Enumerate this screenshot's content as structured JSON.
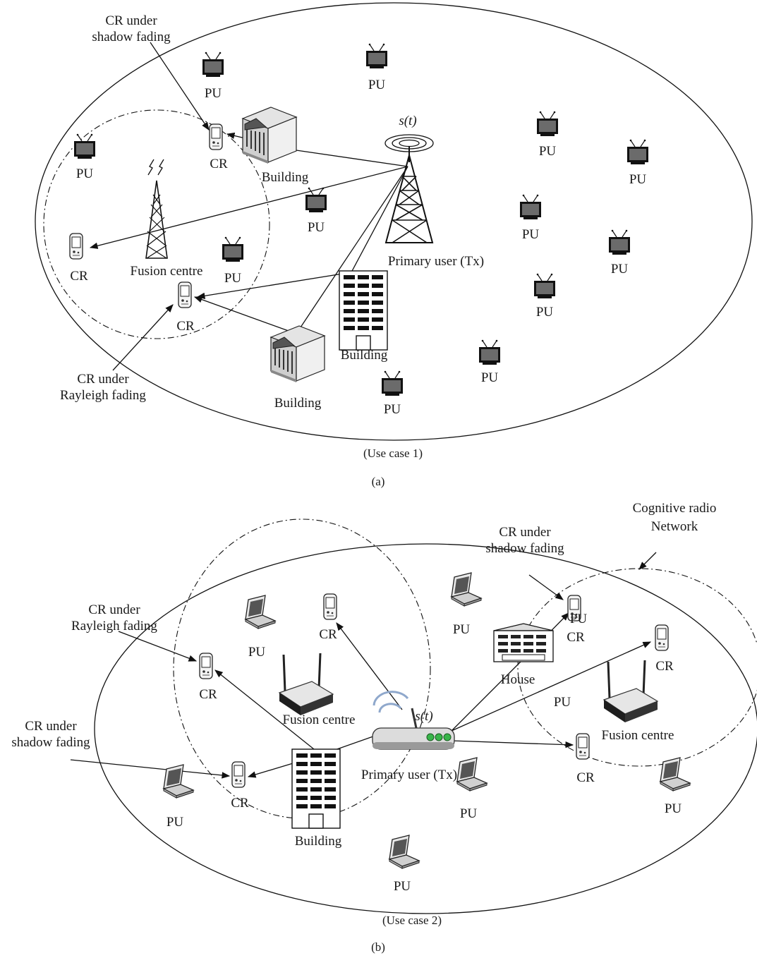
{
  "figure": {
    "panel_a": {
      "caption": "(Use case 1)",
      "sublabel": "(a)",
      "signal_label": "s(t)",
      "tx_label": "Primary user (Tx)",
      "fusion_label": "Fusion centre",
      "building_labels": [
        "Building",
        "Building",
        "Building"
      ],
      "cr_labels": [
        "CR",
        "CR",
        "CR"
      ],
      "pu_label": "PU",
      "annotations": {
        "shadow_line1": "CR under",
        "shadow_line2": "shadow fading",
        "rayleigh_line1": "CR under",
        "rayleigh_line2": "Rayleigh fading"
      }
    },
    "panel_b": {
      "caption": "(Use case 2)",
      "sublabel": "(b)",
      "signal_label": "s(t)",
      "tx_label": "Primary user (Tx)",
      "fusion_labels": [
        "Fusion centre",
        "Fusion centre"
      ],
      "building_label": "Building",
      "house_label": "House",
      "cr_labels": [
        "CR",
        "CR",
        "CR",
        "CR",
        "CR",
        "CR"
      ],
      "pu_label": "PU",
      "network_line1": "Cognitive radio",
      "network_line2": "Network",
      "annotations": {
        "rayleigh_line1": "CR under",
        "rayleigh_line2": "Rayleigh fading",
        "shadow_left_line1": "CR under",
        "shadow_left_line2": "shadow fading",
        "shadow_right_line1": "CR under",
        "shadow_right_line2": "shadow fading"
      }
    }
  }
}
